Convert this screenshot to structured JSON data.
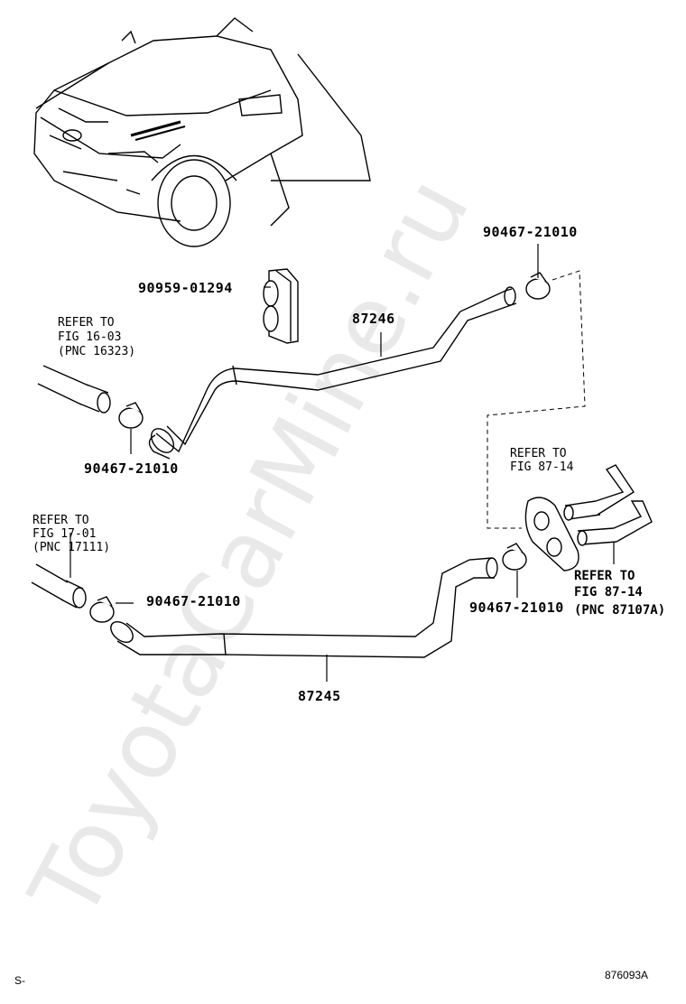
{
  "watermark": "ToyotaCarMine.ru",
  "car_illustration": "front-right vehicle view",
  "parts": {
    "hose_upper": "87246",
    "hose_lower": "87245",
    "grommet": "90959-01294",
    "clamp_upper_right": "90467-21010",
    "clamp_upper_left": "90467-21010",
    "clamp_lower_left": "90467-21010",
    "clamp_lower_right": "90467-21010"
  },
  "refs": {
    "ref1": {
      "line1": "REFER TO",
      "line2": "FIG 16-03",
      "line3": "(PNC 16323)"
    },
    "ref2": {
      "line1": "REFER TO",
      "line2": "FIG 17-01",
      "line3": "(PNC 17111)"
    },
    "ref3": {
      "line1": "REFER TO",
      "line2": "FIG 87-14"
    },
    "ref4": {
      "line1": "REFER TO",
      "line2": "FIG 87-14",
      "line3": "(PNC 87107A)"
    }
  },
  "footer": {
    "left": "S-",
    "right": "876093A"
  }
}
